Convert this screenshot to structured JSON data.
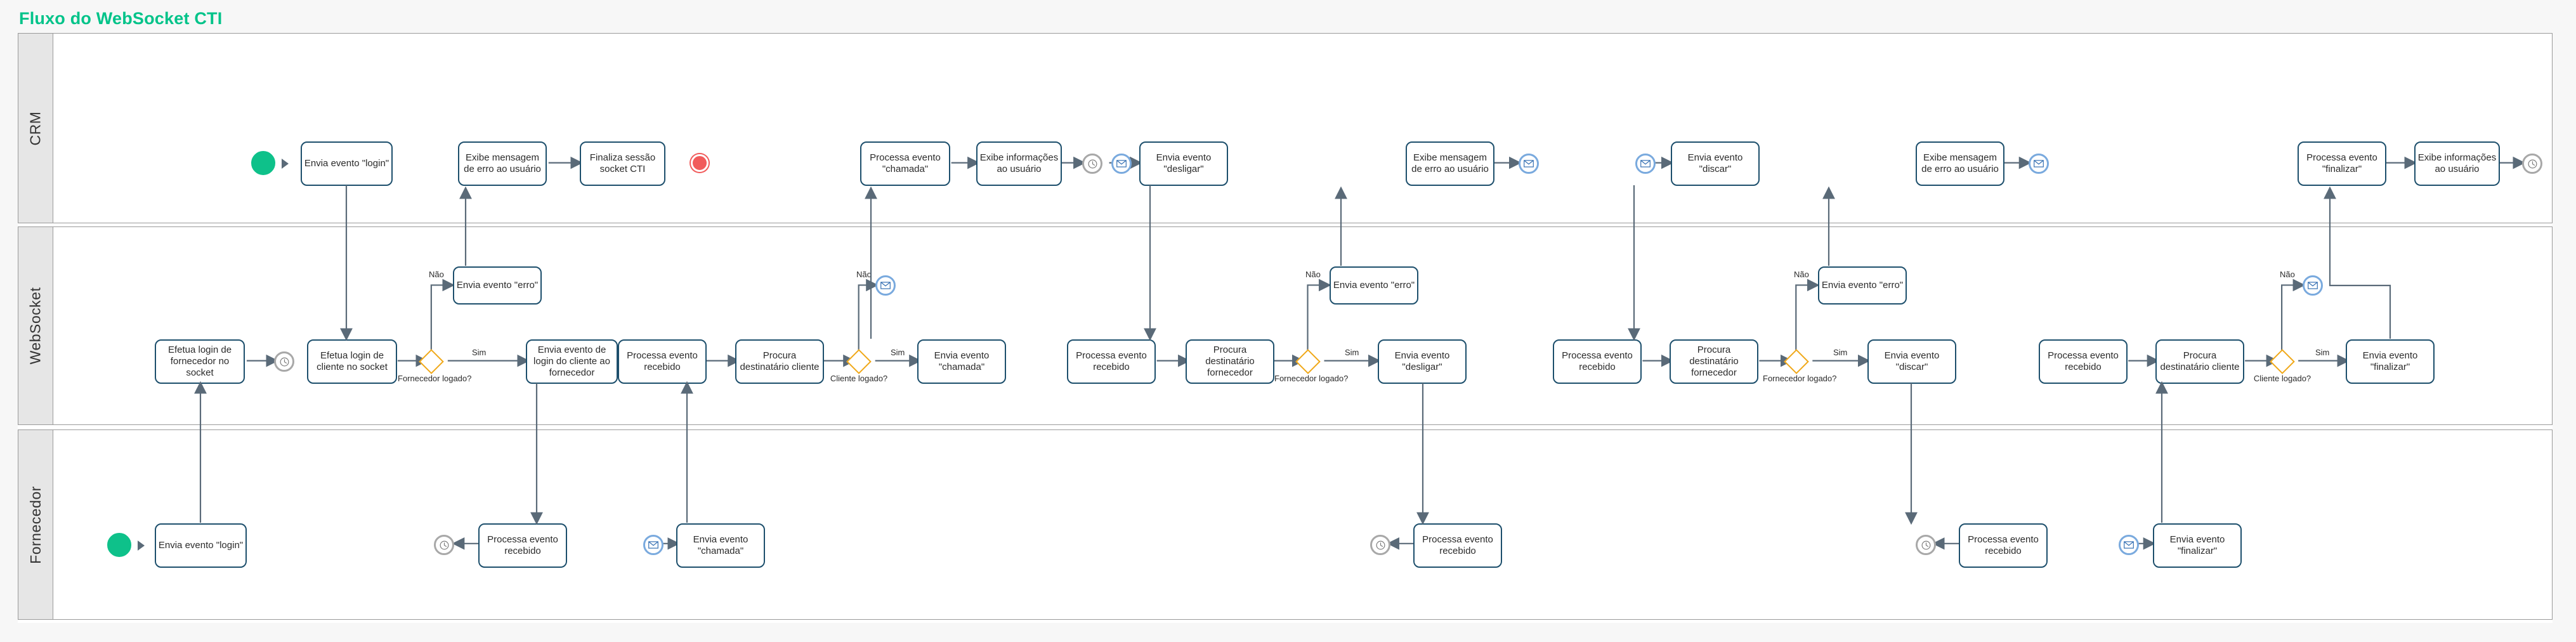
{
  "title": "Fluxo do WebSocket CTI",
  "colors": {
    "title": "#00c389",
    "task_border": "#1d4f6c",
    "gateway": "#f0a818",
    "start_event": "#0ec18a",
    "end_event": "#f15b5b",
    "timer_event": "#a8a8a8",
    "message_event": "#7aaade",
    "lane_header_bg": "#e6e6e6",
    "connector": "#5a6a78"
  },
  "lanes": [
    {
      "id": "crm",
      "label": "CRM"
    },
    {
      "id": "websocket",
      "label": "WebSocket"
    },
    {
      "id": "fornecedor",
      "label": "Fornecedor"
    }
  ],
  "flow_labels": {
    "yes": "Sim",
    "no": "Não"
  },
  "crm": {
    "tasks": [
      {
        "id": "crm-t1",
        "label": "Envia evento \"login\""
      },
      {
        "id": "crm-t2",
        "label": "Exibe mensagem de erro ao usuário"
      },
      {
        "id": "crm-t3",
        "label": "Finaliza sessão socket CTI"
      },
      {
        "id": "crm-t4",
        "label": "Processa evento \"chamada\""
      },
      {
        "id": "crm-t5",
        "label": "Exibe informações ao usuário"
      },
      {
        "id": "crm-t6",
        "label": "Envia evento \"desligar\""
      },
      {
        "id": "crm-t7",
        "label": "Exibe mensagem de erro ao usuário"
      },
      {
        "id": "crm-t8",
        "label": "Envia evento \"discar\""
      },
      {
        "id": "crm-t9",
        "label": "Exibe mensagem de erro ao usuário"
      },
      {
        "id": "crm-t10",
        "label": "Processa evento \"finalizar\""
      },
      {
        "id": "crm-t11",
        "label": "Exibe informações ao usuário"
      }
    ],
    "events": [
      {
        "id": "crm-start",
        "kind": "start-event"
      },
      {
        "id": "crm-end",
        "kind": "end-event"
      },
      {
        "id": "crm-timer1",
        "kind": "timer-event"
      },
      {
        "id": "crm-msg1",
        "kind": "message-event"
      },
      {
        "id": "crm-msg2",
        "kind": "message-event"
      },
      {
        "id": "crm-msg3",
        "kind": "message-event"
      },
      {
        "id": "crm-msg4",
        "kind": "message-event"
      },
      {
        "id": "crm-timer2",
        "kind": "timer-event"
      }
    ]
  },
  "websocket": {
    "tasks": [
      {
        "id": "ws-t1",
        "label": "Efetua login de fornecedor no socket"
      },
      {
        "id": "ws-t2",
        "label": "Efetua login de cliente no socket"
      },
      {
        "id": "ws-t3",
        "label": "Envia evento \"erro\""
      },
      {
        "id": "ws-t4",
        "label": "Envia evento de login do cliente ao fornecedor"
      },
      {
        "id": "ws-t5",
        "label": "Processa evento recebido"
      },
      {
        "id": "ws-t6",
        "label": "Procura destinatário cliente"
      },
      {
        "id": "ws-t7",
        "label": "Envia evento \"chamada\""
      },
      {
        "id": "ws-t8",
        "label": "Processa evento recebido"
      },
      {
        "id": "ws-t9",
        "label": "Procura destinatário fornecedor"
      },
      {
        "id": "ws-t10",
        "label": "Envia evento \"erro\""
      },
      {
        "id": "ws-t11",
        "label": "Envia evento \"desligar\""
      },
      {
        "id": "ws-t12",
        "label": "Processa evento recebido"
      },
      {
        "id": "ws-t13",
        "label": "Procura destinatário fornecedor"
      },
      {
        "id": "ws-t14",
        "label": "Envia evento \"erro\""
      },
      {
        "id": "ws-t15",
        "label": "Envia evento \"discar\""
      },
      {
        "id": "ws-t16",
        "label": "Processa evento recebido"
      },
      {
        "id": "ws-t17",
        "label": "Procura destinatário cliente"
      },
      {
        "id": "ws-t18",
        "label": "Envia evento \"finalizar\""
      }
    ],
    "gateways": [
      {
        "id": "ws-g1",
        "label": "Fornecedor logado?"
      },
      {
        "id": "ws-g2",
        "label": "Cliente logado?"
      },
      {
        "id": "ws-g3",
        "label": "Fornecedor logado?"
      },
      {
        "id": "ws-g4",
        "label": "Fornecedor logado?"
      },
      {
        "id": "ws-g5",
        "label": "Cliente logado?"
      }
    ],
    "events": [
      {
        "id": "ws-timer1",
        "kind": "timer-event"
      },
      {
        "id": "ws-msg1",
        "kind": "message-event"
      },
      {
        "id": "ws-msg2",
        "kind": "message-event"
      }
    ]
  },
  "fornecedor": {
    "tasks": [
      {
        "id": "fo-t1",
        "label": "Envia evento \"login\""
      },
      {
        "id": "fo-t2",
        "label": "Processa evento recebido"
      },
      {
        "id": "fo-t3",
        "label": "Envia evento \"chamada\""
      },
      {
        "id": "fo-t4",
        "label": "Processa evento recebido"
      },
      {
        "id": "fo-t5",
        "label": "Processa evento recebido"
      },
      {
        "id": "fo-t6",
        "label": "Envia evento \"finalizar\""
      }
    ],
    "events": [
      {
        "id": "fo-start",
        "kind": "start-event"
      },
      {
        "id": "fo-timer1",
        "kind": "timer-event"
      },
      {
        "id": "fo-msg1",
        "kind": "message-event"
      },
      {
        "id": "fo-timer2",
        "kind": "timer-event"
      },
      {
        "id": "fo-timer3",
        "kind": "timer-event"
      },
      {
        "id": "fo-msg2",
        "kind": "message-event"
      }
    ]
  }
}
